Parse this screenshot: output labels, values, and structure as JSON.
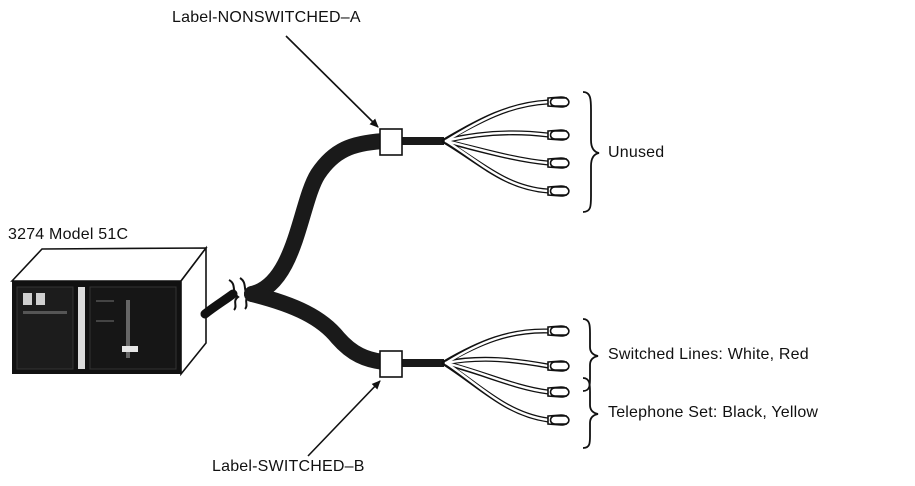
{
  "labels": {
    "nonswitched": "Label-NONSWITCHED–A",
    "switched": "Label-SWITCHED–B",
    "device": "3274 Model 51C",
    "unused": "Unused",
    "switched_lines": "Switched Lines:  White, Red",
    "telephone_set": "Telephone Set:  Black, Yellow"
  },
  "colors": {
    "ink": "#111111",
    "cable": "#1a1a1a",
    "wire_fill": "#ffffff"
  }
}
